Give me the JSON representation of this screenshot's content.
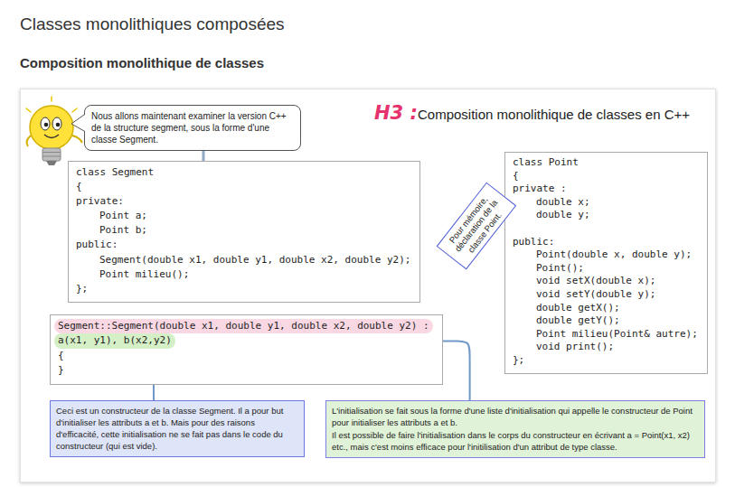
{
  "diagram": {
    "title": "Classes monolithiques composées",
    "nodes": [
      {
        "text": [
          "Nous allons maintenant examiner la version C++ de la structure segment, sous la forme d'une classe Segment."
        ]
      },
      {
        "text": [
          "class Segment",
          "{",
          "private:",
          "Point a;",
          "Point b;",
          "public:",
          "Segment(double x1, double y1, double x2, double y2);",
          "Point milieu();",
          "};"
        ]
      },
      {
        "text": [
          "Segment::Segment(double x1, double y1, double x2, double y2) :",
          "a(x1, y1), b(x2,y2)",
          "{",
          "}"
        ]
      },
      {
        "text": [
          "class Point",
          "{",
          "private :",
          "double x;",
          "double y;",
          "public:",
          "Point(double x, double y);",
          "Point();",
          "void setX(double x);",
          "void setY(double y);",
          "double getX();",
          "double getY();",
          "Point milieu(Point& autre);",
          "void print();",
          "};"
        ]
      },
      {
        "text": [
          "Pour mémoire, déclaration de la classe Point."
        ]
      },
      {
        "text": [
          "Ceci est un constructeur de la classe Segment. Il a pour but d'initialiser les attributs a et b. Mais pour des raisons d'efficacité, cette initialisation ne se fait pas dans le code du constructeur (qui est vide)."
        ]
      },
      {
        "text": [
          "L'initialisation se fait sous la forme d'une liste d'initialisation qui appelle le constructeur de Point pour initialiser les attributs a et b.",
          "Il est possible de faire l'initialisation dans le corps du constructeur en écrivant a = Point(x1, x2) etc., mais c'est moins efficace pour l'initilisation d'un attribut de type classe."
        ]
      }
    ],
    "edges": [
      {
        "from": 0,
        "to": 1,
        "arrow": "none"
      },
      {
        "from": 2,
        "to": 5,
        "arrow": "none"
      },
      {
        "from": 2,
        "to": 6,
        "arrow": "none"
      }
    ],
    "labels": [
      "Composition monolithique de classes",
      "H3 :",
      "Composition monolithique de classes en C++"
    ]
  }
}
